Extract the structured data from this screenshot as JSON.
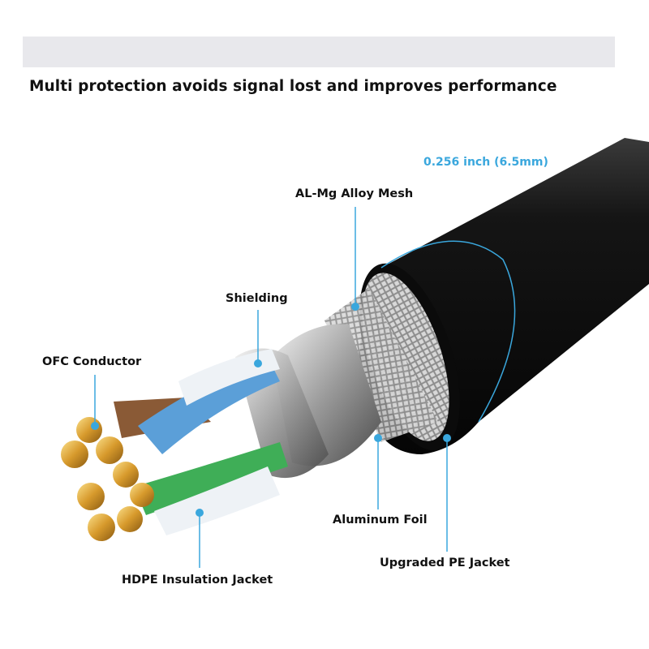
{
  "headline": "Multi protection avoids signal lost and improves performance",
  "diameter_label": "0.256 inch (6.5mm)",
  "labels": {
    "mesh": "AL-Mg Alloy Mesh",
    "shielding": "Shielding",
    "conductor": "OFC Conductor",
    "foil": "Aluminum Foil",
    "pe_jacket": "Upgraded PE Jacket",
    "hdpe": "HDPE Insulation Jacket"
  },
  "colors": {
    "accent": "#3aa7dd",
    "jacket": "#121212",
    "copper": "#d9a441",
    "pair_blue": "#5b9fd8",
    "pair_green": "#3fae57",
    "pair_brown": "#8a5a36"
  }
}
